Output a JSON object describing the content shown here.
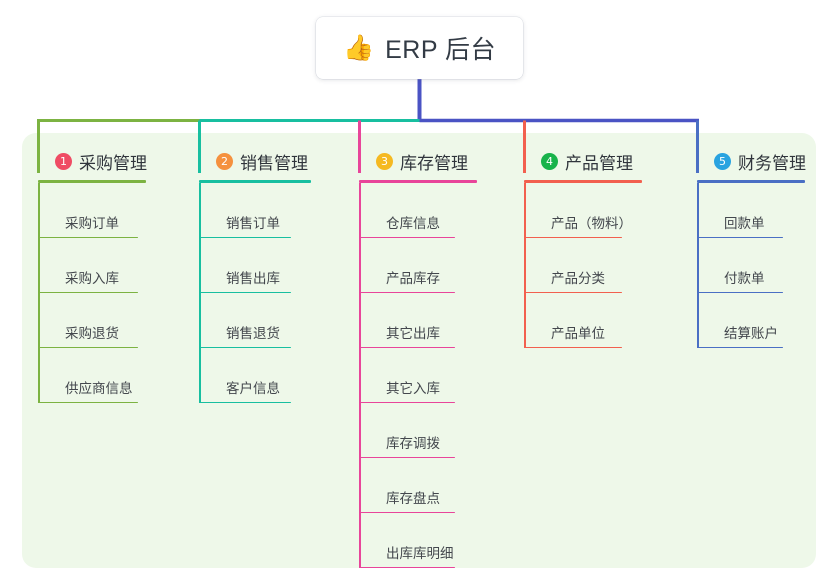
{
  "diagram": {
    "title": "ERP 后台",
    "root": {
      "icon": "thumbs-up-icon",
      "emoji": "👍",
      "label": "ERP 后台"
    },
    "panel_color": "#eef8e9",
    "bus_colors": {
      "left": "#7cb342",
      "middle": "#18bfa0",
      "right": "#4a53c4",
      "stem": "#4a53c4"
    },
    "columns": [
      {
        "index": "1",
        "badge_color": "#ef4c64",
        "accent": "#7cb342",
        "title": "采购管理",
        "items": [
          "采购订单",
          "采购入库",
          "采购退货",
          "供应商信息"
        ]
      },
      {
        "index": "2",
        "badge_color": "#f5913e",
        "accent": "#18bfa0",
        "title": "销售管理",
        "items": [
          "销售订单",
          "销售出库",
          "销售退货",
          "客户信息"
        ]
      },
      {
        "index": "3",
        "badge_color": "#f5b921",
        "accent": "#e8459a",
        "title": "库存管理",
        "items": [
          "仓库信息",
          "产品库存",
          "其它出库",
          "其它入库",
          "库存调拨",
          "库存盘点",
          "出库库明细"
        ]
      },
      {
        "index": "4",
        "badge_color": "#18b34b",
        "accent": "#f2604f",
        "title": "产品管理",
        "items": [
          "产品（物料）",
          "产品分类",
          "产品单位"
        ]
      },
      {
        "index": "5",
        "badge_color": "#29a3e0",
        "accent": "#4a6fc4",
        "title": "财务管理",
        "items": [
          "回款单",
          "付款单",
          "结算账户"
        ]
      }
    ]
  }
}
